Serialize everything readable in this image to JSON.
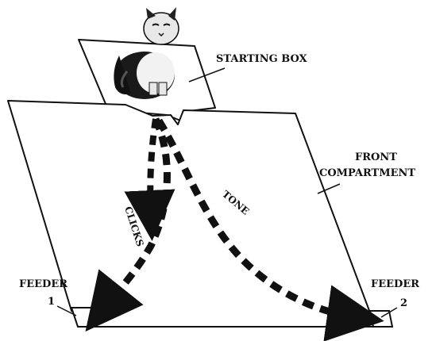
{
  "labels": {
    "starting_box": "STARTING BOX",
    "front_line1": "FRONT",
    "front_line2": "COMPARTMENT",
    "clicks": "CLICKS",
    "tone": "TONE",
    "feeder_left": "FEEDER",
    "feeder_left_num": "1",
    "feeder_right": "FEEDER",
    "feeder_right_num": "2"
  },
  "figure": {
    "subject_icon": "cat-icon",
    "path_style": "dashed-arrow",
    "ink_color": "#111111"
  }
}
